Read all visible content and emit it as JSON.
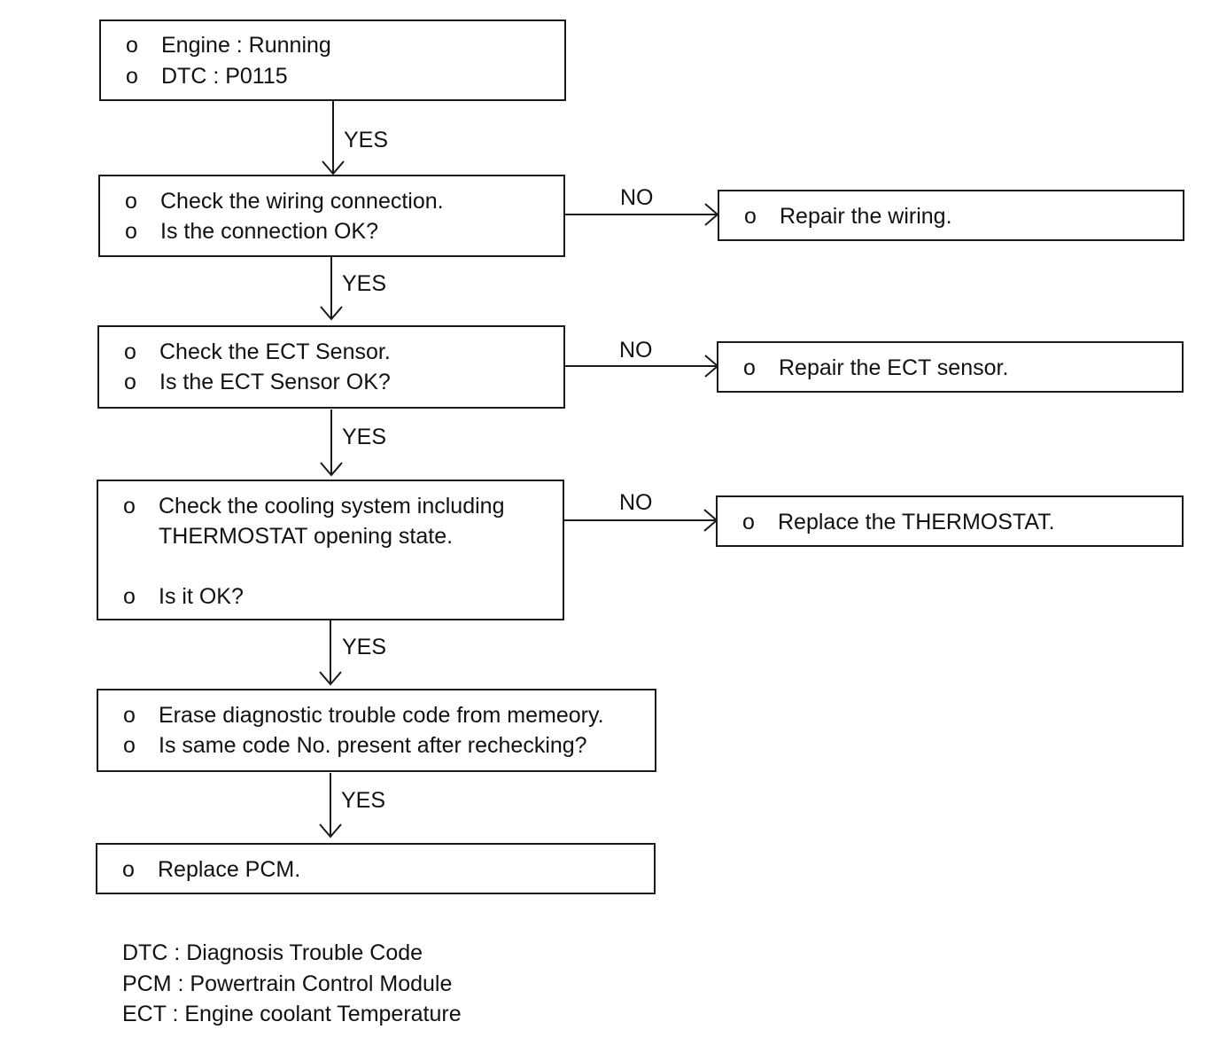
{
  "nodes": {
    "start": {
      "lines": [
        {
          "bullet": "o",
          "text": "Engine : Running"
        },
        {
          "bullet": "o",
          "text": "DTC : P0115"
        }
      ]
    },
    "check_wiring": {
      "lines": [
        {
          "bullet": "o",
          "text": "Check the wiring connection."
        },
        {
          "bullet": "o",
          "text": "Is the connection OK?"
        }
      ]
    },
    "repair_wiring": {
      "lines": [
        {
          "bullet": "o",
          "text": "Repair the wiring."
        }
      ]
    },
    "check_ect": {
      "lines": [
        {
          "bullet": "o",
          "text": "Check the ECT Sensor."
        },
        {
          "bullet": "o",
          "text": "Is the ECT Sensor OK?"
        }
      ]
    },
    "repair_ect": {
      "lines": [
        {
          "bullet": "o",
          "text": "Repair the ECT sensor."
        }
      ]
    },
    "check_cooling": {
      "lines": [
        {
          "bullet": "o",
          "text": "Check the cooling system including"
        },
        {
          "bullet": "",
          "text": "THERMOSTAT opening state."
        },
        {
          "bullet": "o",
          "text": "Is it OK?"
        }
      ]
    },
    "replace_thermostat": {
      "lines": [
        {
          "bullet": "o",
          "text": "Replace the THERMOSTAT."
        }
      ]
    },
    "erase_dtc": {
      "lines": [
        {
          "bullet": "o",
          "text": "Erase diagnostic trouble code from memeory."
        },
        {
          "bullet": "o",
          "text": "Is same code No. present after rechecking?"
        }
      ]
    },
    "replace_pcm": {
      "lines": [
        {
          "bullet": "o",
          "text": "Replace PCM."
        }
      ]
    }
  },
  "edges": [
    {
      "from": "start",
      "to": "check_wiring",
      "label": "YES"
    },
    {
      "from": "check_wiring",
      "to": "repair_wiring",
      "label": "NO"
    },
    {
      "from": "check_wiring",
      "to": "check_ect",
      "label": "YES"
    },
    {
      "from": "check_ect",
      "to": "repair_ect",
      "label": "NO"
    },
    {
      "from": "check_ect",
      "to": "check_cooling",
      "label": "YES"
    },
    {
      "from": "check_cooling",
      "to": "replace_thermostat",
      "label": "NO"
    },
    {
      "from": "check_cooling",
      "to": "erase_dtc",
      "label": "YES"
    },
    {
      "from": "erase_dtc",
      "to": "replace_pcm",
      "label": "YES"
    }
  ],
  "legend": [
    "DTC : Diagnosis Trouble Code",
    "PCM : Powertrain Control Module",
    "ECT : Engine coolant Temperature"
  ]
}
